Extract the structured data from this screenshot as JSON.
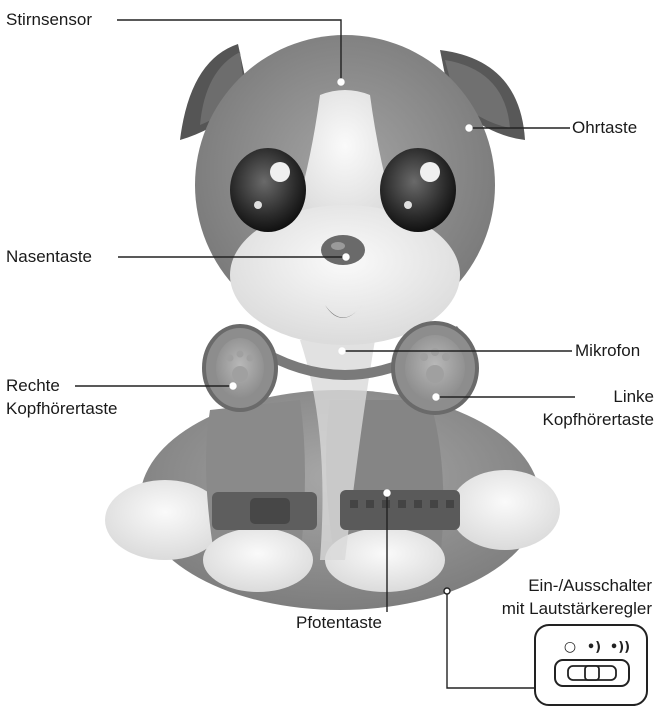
{
  "labels": {
    "stirnsensor": "Stirnsensor",
    "ohrtaste": "Ohrtaste",
    "nasentaste": "Nasentaste",
    "mikrofon": "Mikrofon",
    "rechte_kopfhoerertaste": [
      "Rechte",
      "Kopfhörertaste"
    ],
    "linke_kopfhoerertaste": [
      "Linke",
      "Kopfhörertaste"
    ],
    "pfotentaste": "Pfotentaste",
    "ein_ausschalter": [
      "Ein-/Ausschalter",
      "mit Lautstärkeregler"
    ]
  },
  "switch_panel": {
    "off_symbol": "○",
    "volume_low_symbol": "•)",
    "volume_high_symbol": "•))"
  },
  "colors": {
    "toy_gray": "#8c8c8c",
    "toy_dark": "#5a5a5a",
    "toy_light": "#ededed",
    "leader_line": "#222222"
  }
}
